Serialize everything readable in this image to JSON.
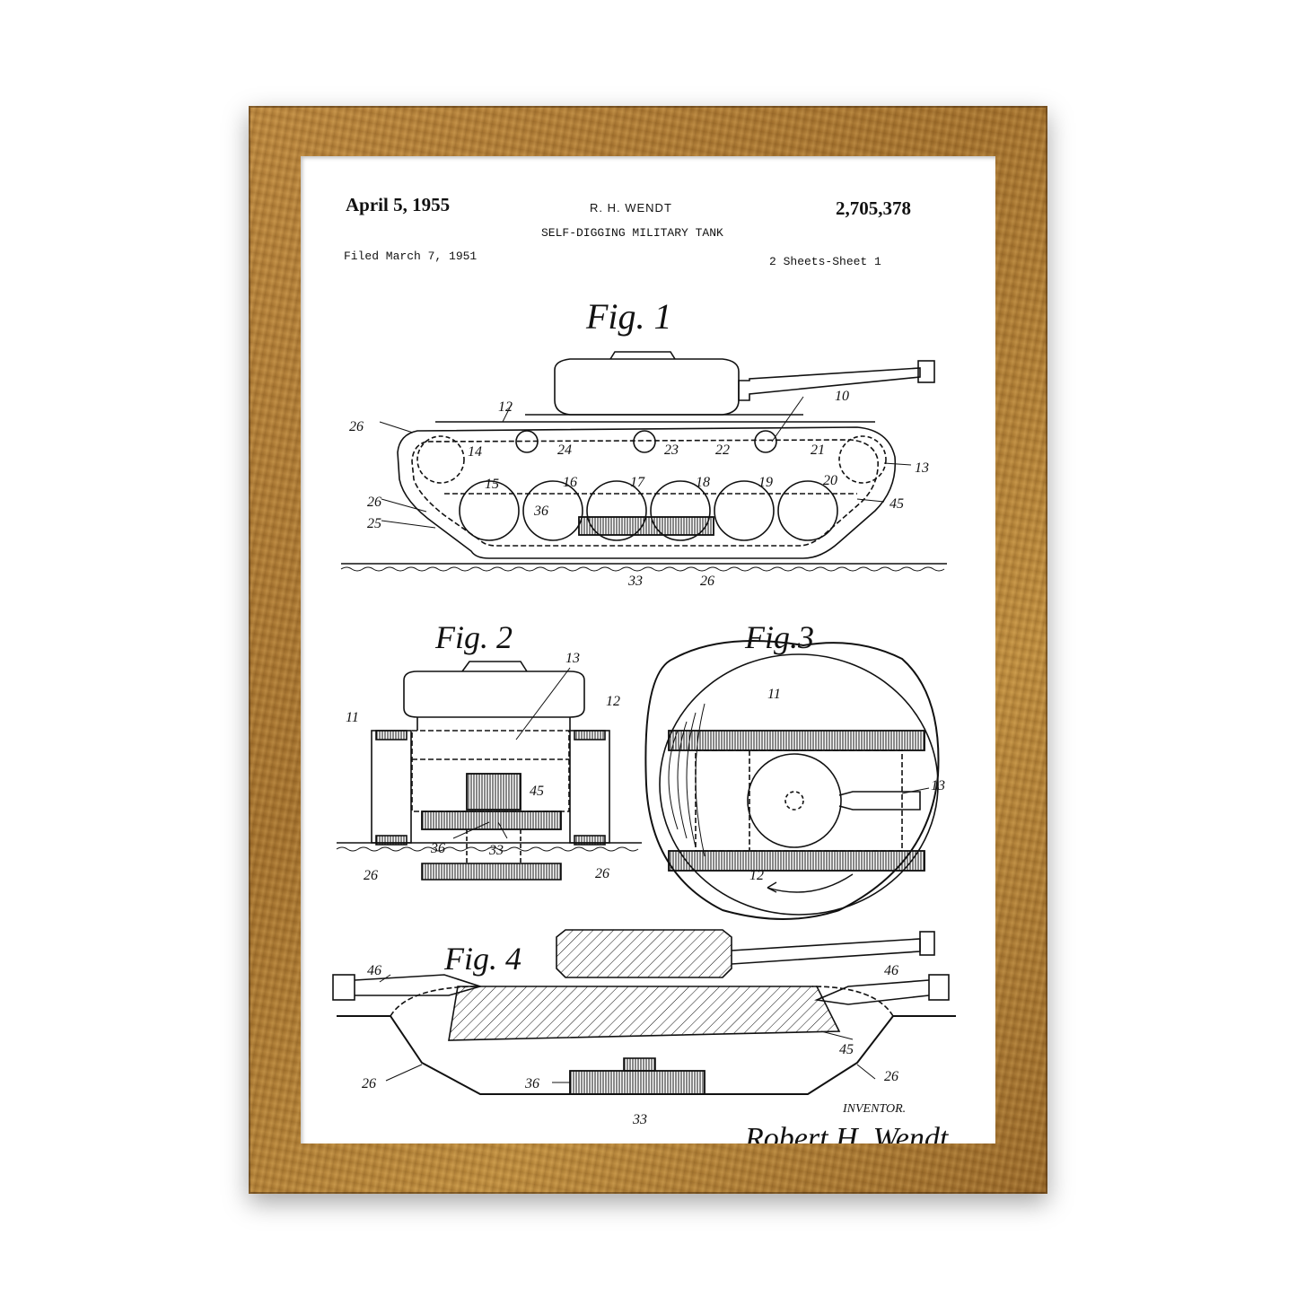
{
  "header": {
    "date": "April 5, 1955",
    "inventor_name": "R. H. WENDT",
    "patent_number": "2,705,378",
    "title": "SELF-DIGGING MILITARY TANK",
    "filed": "Filed March 7, 1951",
    "sheets": "2 Sheets-Sheet 1"
  },
  "figures": {
    "fig1": "Fig. 1",
    "fig2": "Fig. 2",
    "fig3": "Fig.3",
    "fig4": "Fig. 4"
  },
  "labels_fig1": [
    "12",
    "26",
    "14",
    "24",
    "23",
    "22",
    "21",
    "10",
    "13",
    "15",
    "16",
    "17",
    "18",
    "19",
    "20",
    "26",
    "36",
    "25",
    "45",
    "33",
    "26"
  ],
  "labels_fig2": [
    "13",
    "11",
    "12",
    "45",
    "36",
    "33",
    "26",
    "26"
  ],
  "labels_fig3": [
    "11",
    "13",
    "12"
  ],
  "labels_fig4": [
    "46",
    "46",
    "45",
    "26",
    "36",
    "26",
    "33"
  ],
  "footer": {
    "inventor_label": "INVENTOR.",
    "signature": "Robert H. Wendt"
  },
  "colors": {
    "frame": "#b07a33",
    "ink": "#111111",
    "paper": "#ffffff"
  }
}
